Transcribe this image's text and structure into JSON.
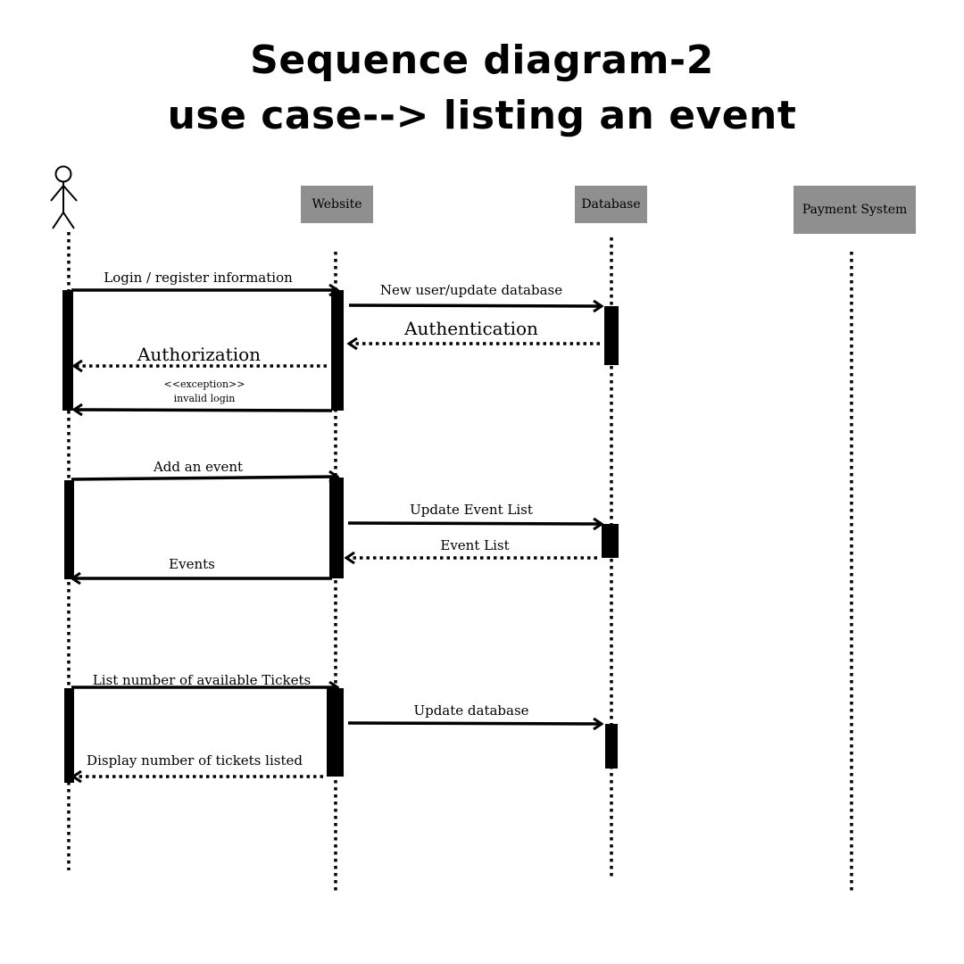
{
  "title": {
    "line1": "Sequence diagram-2",
    "line2": "use case--> listing an event"
  },
  "lifelines": {
    "actor": "",
    "website": "Website",
    "database": "Database",
    "payment": "Payment System"
  },
  "messages": {
    "login": "Login / register information",
    "new_user": "New user/update database",
    "authentication": "Authentication",
    "authorization": "Authorization",
    "exception_stereotype": "<<exception>>",
    "exception_text": "invalid login",
    "add_event": "Add an event",
    "update_event_list": "Update Event List",
    "event_list": "Event List",
    "events": "Events",
    "list_tickets": "List number of available Tickets",
    "update_database": "Update database",
    "display_tickets": "Display number of tickets listed"
  }
}
